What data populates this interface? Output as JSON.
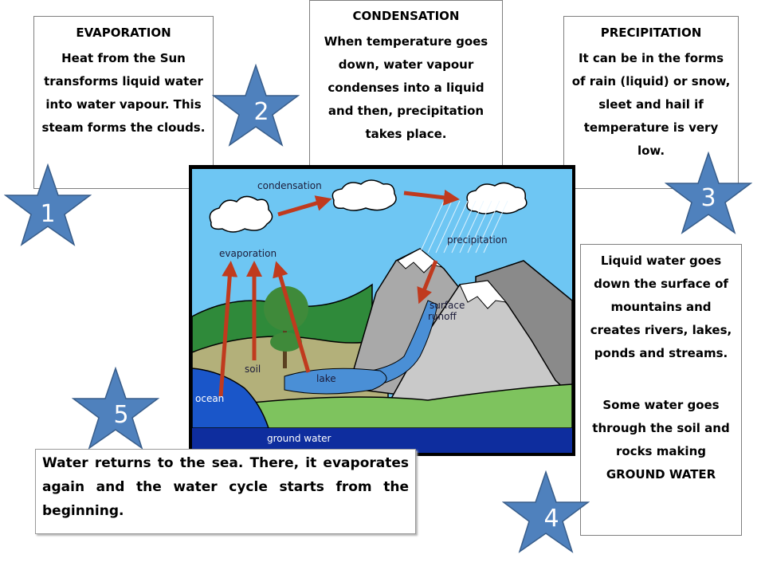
{
  "colors": {
    "star_fill": "#4f81bd",
    "star_stroke": "#385d8a",
    "sky": "#6ec6f3",
    "ocean": "#1a56c9",
    "ground": "#7ec35e",
    "arrow": "#c03a1e"
  },
  "boxes": {
    "evaporation": {
      "heading": "EVAPORATION",
      "body": "Heat from the Sun transforms liquid water into water vapour. This steam forms the clouds."
    },
    "condensation": {
      "heading": "CONDENSATION",
      "body": "When temperature goes down, water vapour condenses into a liquid and then, precipitation takes place."
    },
    "precipitation": {
      "heading": "PRECIPITATION",
      "body": "It can be in the forms of rain (liquid) or snow, sleet and hail if temperature is very low."
    },
    "runoff": {
      "body1": "Liquid water goes down the surface of mountains and creates rivers, lakes, ponds and streams.",
      "body2": "Some water goes through the soil and rocks making GROUND WATER"
    },
    "return": {
      "body": "Water returns to the sea. There, it evaporates again and the water cycle starts from the beginning."
    }
  },
  "stars": [
    "1",
    "2",
    "3",
    "4",
    "5"
  ],
  "diagram_labels": {
    "condensation": "condensation",
    "precipitation": "precipitation",
    "evaporation": "evaporation",
    "surface": "surface",
    "runoff": "runoff",
    "soil": "soil",
    "lake": "lake",
    "ocean": "ocean",
    "ground_water": "ground water"
  }
}
